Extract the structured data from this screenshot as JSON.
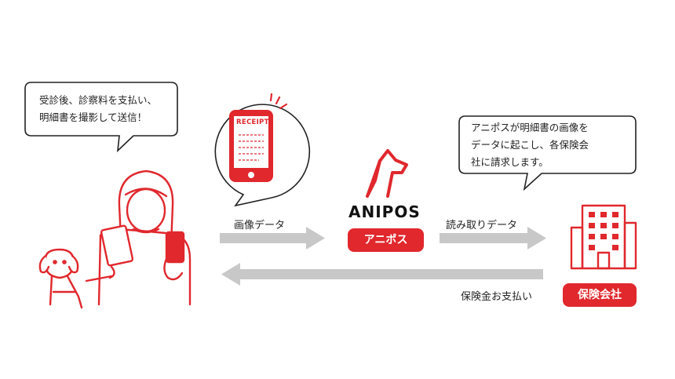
{
  "colors": {
    "accent": "#e0282d",
    "arrow": "#c8c8c8",
    "text": "#222222"
  },
  "user_bubble": {
    "line1": "受診後、診察料を支払い、",
    "line2": "明細書を撮影して送信！"
  },
  "receipt_label": "RECEIPT",
  "anipos_bubble": {
    "line1": "アニポスが明細書の画像を",
    "line2": "データに起こし、各保険会",
    "line3": "社に請求します。"
  },
  "logo": {
    "text": "ANIPOS"
  },
  "flow": {
    "image_data": "画像データ",
    "read_data": "読み取りデータ",
    "payment": "保険金お支払い"
  },
  "badges": {
    "anipos": "アニポス",
    "insurer": "保険会社"
  },
  "icons": [
    "speech-bubble-icon",
    "smartphone-receipt-icon",
    "dog-logo-icon",
    "building-icon",
    "woman-with-phone-illustration",
    "dog-illustration"
  ]
}
